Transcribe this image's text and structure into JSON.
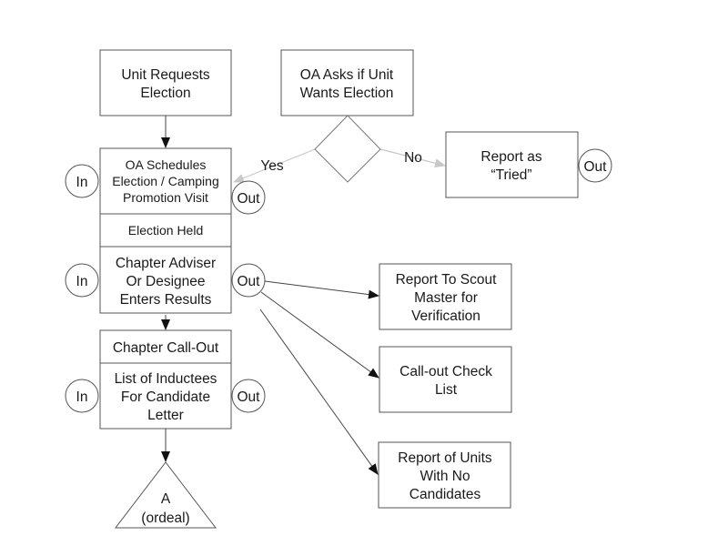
{
  "diagram": {
    "nodes": {
      "unit_requests": {
        "lines": [
          "Unit Requests",
          "Election"
        ]
      },
      "oa_asks": {
        "lines": [
          "OA Asks if Unit",
          "Wants Election"
        ]
      },
      "oa_schedules": {
        "lines": [
          "OA Schedules",
          "Election / Camping",
          "Promotion Visit"
        ]
      },
      "election_held": {
        "lines": [
          "Election Held"
        ]
      },
      "chapter_adviser": {
        "lines": [
          "Chapter Adviser",
          "Or Designee",
          "Enters Results"
        ]
      },
      "chapter_callout": {
        "lines": [
          "Chapter Call-Out"
        ]
      },
      "list_inductees": {
        "lines": [
          "List of Inductees",
          "For Candidate",
          "Letter"
        ]
      },
      "report_tried": {
        "lines": [
          "Report as",
          "“Tried”"
        ]
      },
      "report_scoutmaster": {
        "lines": [
          "Report To Scout",
          "Master for",
          "Verification"
        ]
      },
      "callout_checklist": {
        "lines": [
          "Call-out Check",
          "List"
        ]
      },
      "report_no_candidates": {
        "lines": [
          "Report of Units",
          "With No",
          "Candidates"
        ]
      },
      "terminator_a": {
        "lines": [
          "A",
          "(ordeal)"
        ]
      }
    },
    "edge_labels": {
      "yes": "Yes",
      "no": "No"
    },
    "connectors": {
      "in": "In",
      "out": "Out"
    }
  }
}
